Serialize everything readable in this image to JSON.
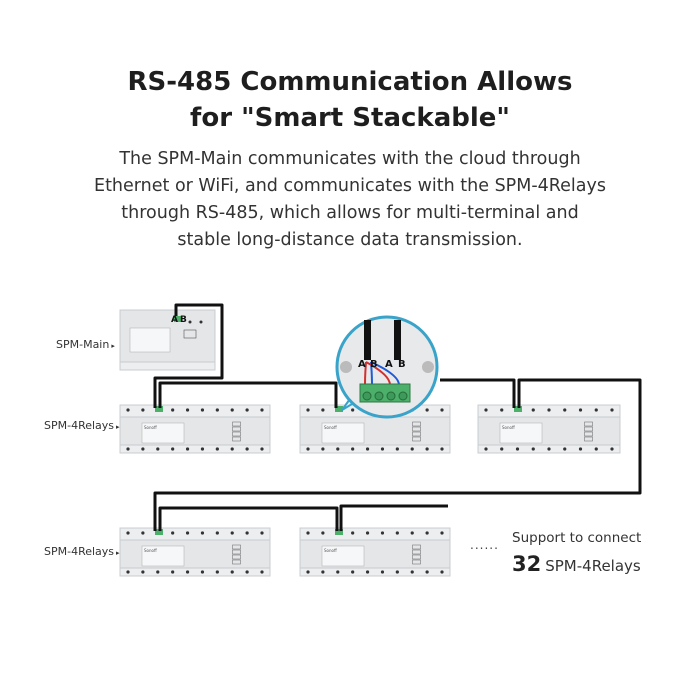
{
  "header": {
    "title_line1": "RS-485 Communication Allows",
    "title_line2": "for \"Smart Stackable\"",
    "description": [
      "The SPM-Main communicates with the cloud through",
      "Ethernet or WiFi, and communicates with the SPM-4Relays",
      "through RS-485, which allows for multi-terminal and",
      "stable long-distance data transmission."
    ]
  },
  "diagram": {
    "labels": {
      "main": "SPM-Main",
      "relays_row1": "SPM-4Relays",
      "relays_row2": "SPM-4Relays"
    },
    "terminal_labels": {
      "a": "A",
      "b": "B"
    },
    "brand": "Sonoff",
    "ellipsis": "......",
    "support_text": "Support to connect",
    "support_count": "32",
    "support_device": "SPM-4Relays",
    "colors": {
      "wire": "#111111",
      "device": "#e4e6e8",
      "terminal": "#4caf6a",
      "wire_a": "#d32f2f",
      "wire_b": "#1e5bd6",
      "callout_ring": "#3aa3c9"
    }
  }
}
